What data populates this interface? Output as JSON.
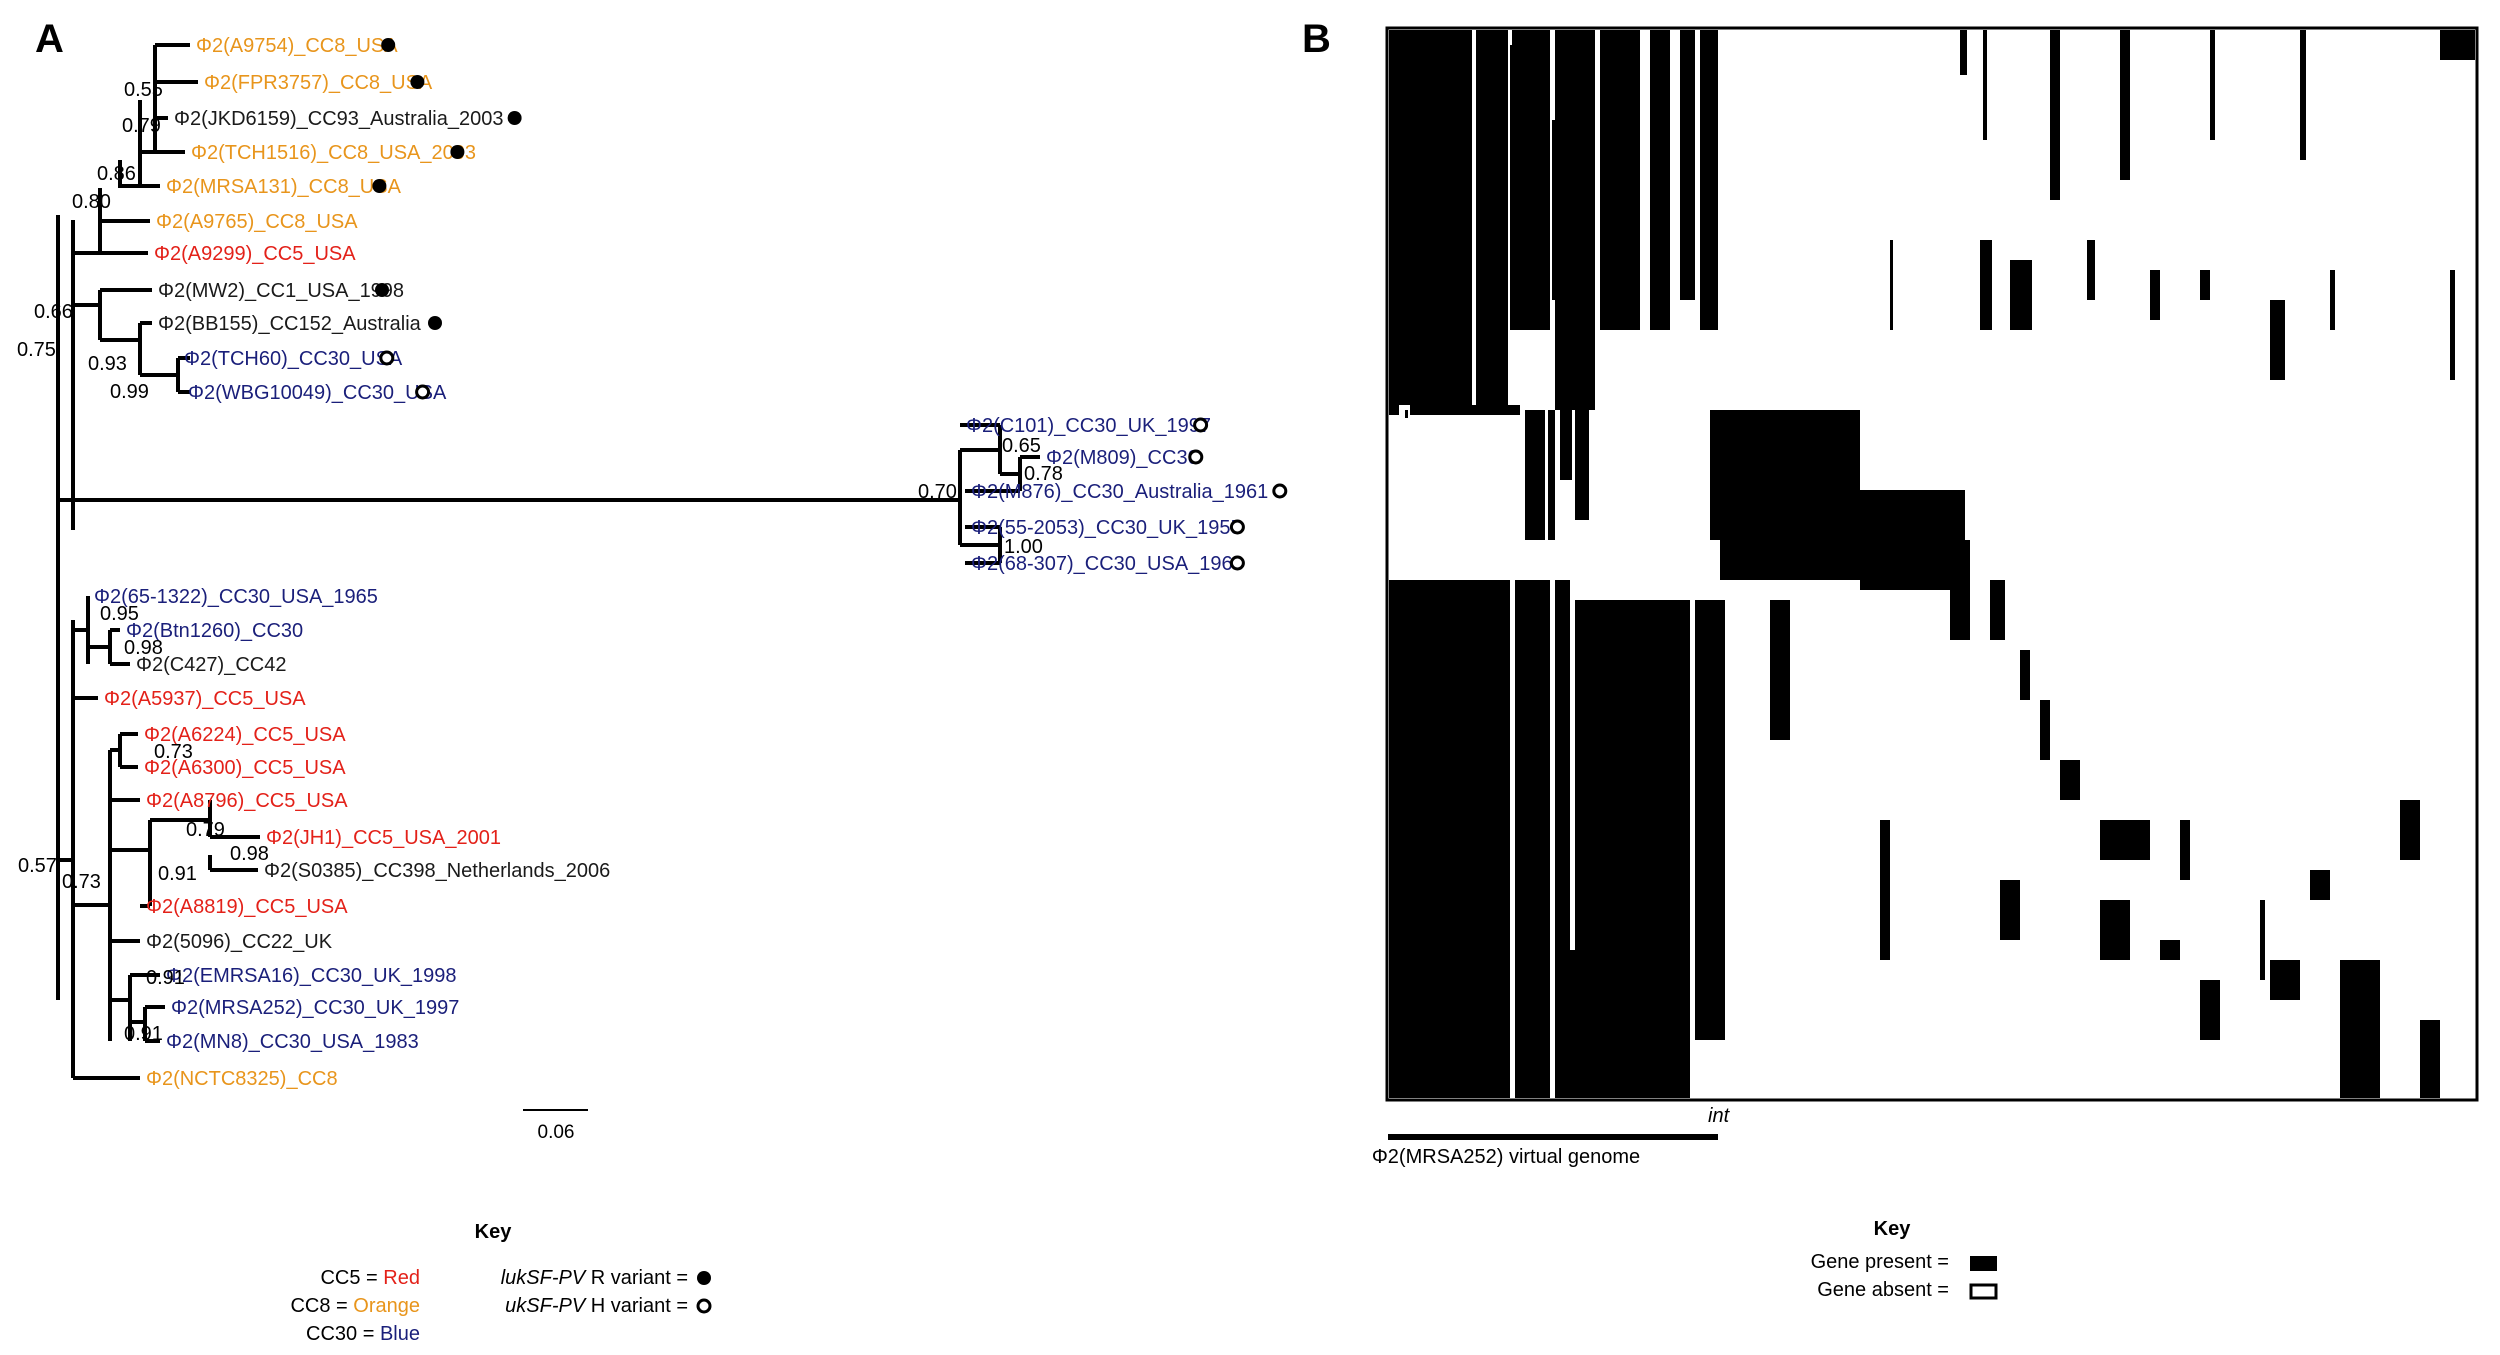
{
  "panel_a": {
    "label": "A",
    "taxa": [
      {
        "id": "A9754",
        "name": "Φ2(A9754)_CC8_USA",
        "group": "orange",
        "marker": "filled"
      },
      {
        "id": "FPR3757",
        "name": "Φ2(FPR3757)_CC8_USA",
        "group": "orange",
        "marker": "filled"
      },
      {
        "id": "JKD6159",
        "name": "Φ2(JKD6159)_CC93_Australia_2003",
        "group": "black",
        "marker": "filled"
      },
      {
        "id": "TCH1516",
        "name": "Φ2(TCH1516)_CC8_USA_2003",
        "group": "orange",
        "marker": "filled"
      },
      {
        "id": "MRSA131",
        "name": "Φ2(MRSA131)_CC8_USA",
        "group": "orange",
        "marker": "filled"
      },
      {
        "id": "A9765",
        "name": "Φ2(A9765)_CC8_USA",
        "group": "orange",
        "marker": ""
      },
      {
        "id": "A9299",
        "name": "Φ2(A9299)_CC5_USA",
        "group": "red",
        "marker": ""
      },
      {
        "id": "MW2",
        "name": "Φ2(MW2)_CC1_USA_1998",
        "group": "black",
        "marker": "filled"
      },
      {
        "id": "BB155",
        "name": "Φ2(BB155)_CC152_Australia",
        "group": "black",
        "marker": "filled"
      },
      {
        "id": "TCH60",
        "name": "Φ2(TCH60)_CC30_USA",
        "group": "blue",
        "marker": "open"
      },
      {
        "id": "WBG10049",
        "name": "Φ2(WBG10049)_CC30_USA",
        "group": "blue",
        "marker": "open"
      },
      {
        "id": "C101",
        "name": "Φ2(C101)_CC30_UK_1997",
        "group": "blue",
        "marker": "open"
      },
      {
        "id": "M809",
        "name": "Φ2(M809)_CC30",
        "group": "blue",
        "marker": "open"
      },
      {
        "id": "M876",
        "name": "Φ2(M876)_CC30_Australia_1961",
        "group": "blue",
        "marker": "open"
      },
      {
        "id": "55-2053",
        "name": "Φ2(55-2053)_CC30_UK_1955",
        "group": "blue",
        "marker": "open"
      },
      {
        "id": "68-307",
        "name": "Φ2(68-307)_CC30_USA_1968",
        "group": "blue",
        "marker": "open"
      },
      {
        "id": "65-1322",
        "name": "Φ2(65-1322)_CC30_USA_1965",
        "group": "blue",
        "marker": ""
      },
      {
        "id": "Btn1260",
        "name": "Φ2(Btn1260)_CC30",
        "group": "blue",
        "marker": ""
      },
      {
        "id": "C427",
        "name": "Φ2(C427)_CC42",
        "group": "black",
        "marker": ""
      },
      {
        "id": "A5937",
        "name": "Φ2(A5937)_CC5_USA",
        "group": "red",
        "marker": ""
      },
      {
        "id": "A6224",
        "name": "Φ2(A6224)_CC5_USA",
        "group": "red",
        "marker": ""
      },
      {
        "id": "A6300",
        "name": "Φ2(A6300)_CC5_USA",
        "group": "red",
        "marker": ""
      },
      {
        "id": "A8796",
        "name": "Φ2(A8796)_CC5_USA",
        "group": "red",
        "marker": ""
      },
      {
        "id": "JH1",
        "name": "Φ2(JH1)_CC5_USA_2001",
        "group": "red",
        "marker": ""
      },
      {
        "id": "S0385",
        "name": "Φ2(S0385)_CC398_Netherlands_2006",
        "group": "black",
        "marker": ""
      },
      {
        "id": "A8819",
        "name": "Φ2(A8819)_CC5_USA",
        "group": "red",
        "marker": ""
      },
      {
        "id": "5096",
        "name": "Φ2(5096)_CC22_UK",
        "group": "black",
        "marker": ""
      },
      {
        "id": "EMRSA16",
        "name": "Φ2(EMRSA16)_CC30_UK_1998",
        "group": "blue",
        "marker": ""
      },
      {
        "id": "MRSA252",
        "name": "Φ2(MRSA252)_CC30_UK_1997",
        "group": "blue",
        "marker": ""
      },
      {
        "id": "MN8",
        "name": "Φ2(MN8)_CC30_USA_1983",
        "group": "blue",
        "marker": ""
      },
      {
        "id": "NCTC8325",
        "name": "Φ2(NCTC8325)_CC8",
        "group": "orange",
        "marker": ""
      }
    ],
    "support_values": [
      "0.55",
      "0.79",
      "0.86",
      "0.80",
      "0.66",
      "0.75",
      "0.93",
      "0.99",
      "0.70",
      "0.65",
      "0.78",
      "1.00",
      "0.95",
      "0.98",
      "0.73",
      "0.79",
      "0.98",
      "0.91",
      "0.57",
      "0.73",
      "0.91",
      "0.91"
    ],
    "scale_bar": "0.06",
    "key": {
      "title": "Key",
      "cc5": "CC5 = ",
      "cc5_color": "Red",
      "cc8": "CC8 = ",
      "cc8_color": "Orange",
      "cc30": "CC30 = ",
      "cc30_color": "Blue",
      "r_variant_gene": "lukSF-PV",
      "r_variant_text": " R variant = ",
      "h_variant_gene": "ukSF-PV",
      "h_variant_text": " H variant = "
    }
  },
  "panel_b": {
    "label": "B",
    "int_label": "int",
    "genome_label": "Φ2(MRSA252) virtual genome",
    "key": {
      "title": "Key",
      "present": "Gene present =",
      "absent": "Gene absent ="
    }
  },
  "colors": {
    "red": "#e32119",
    "orange": "#e8951c",
    "blue": "#1a1f7a",
    "black": "#1a1a1a"
  }
}
